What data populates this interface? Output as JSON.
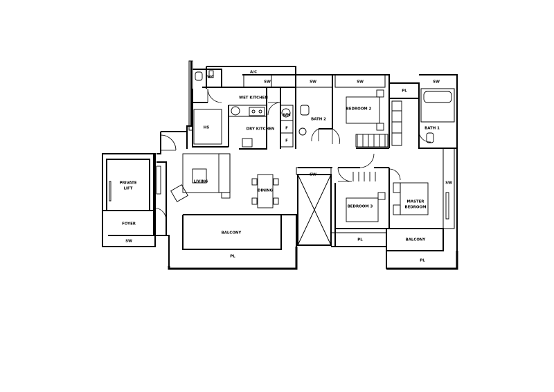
{
  "labels": {
    "ac": "A/C",
    "wc": "WC",
    "wet_kitchen": "WET KITCHEN",
    "hs": "HS",
    "dry_kitchen": "DRY KITCHEN",
    "wm": "WM",
    "f": "F",
    "bath2": "BATH 2",
    "bedroom2": "BEDROOM 2",
    "bath1": "BATH 1",
    "private_lift_1": "PRIVATE",
    "private_lift_2": "LIFT",
    "living": "LIVING",
    "dining": "DINING",
    "bedroom3": "BEDROOM 3",
    "master_bedroom_1": "MASTER",
    "master_bedroom_2": "BEDROOM",
    "foyer": "FOYER",
    "sw": "SW",
    "pl": "PL",
    "balcony": "BALCONY"
  }
}
